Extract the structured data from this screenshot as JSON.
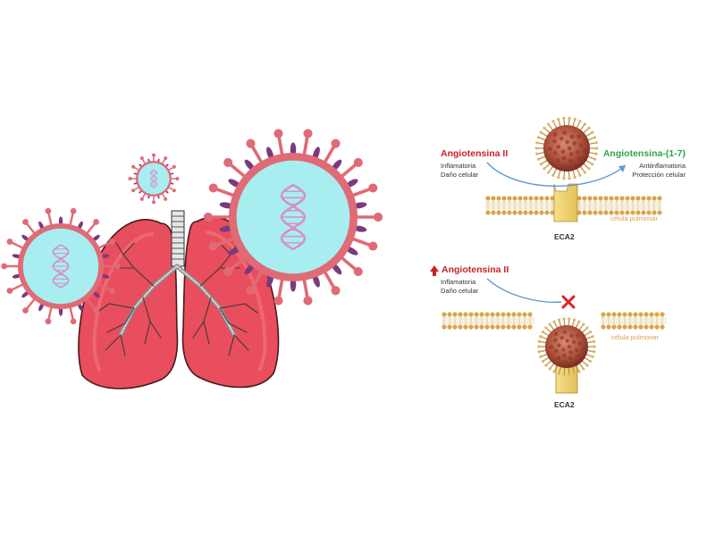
{
  "colors": {
    "lung_fill": "#e84e5d",
    "lung_outline": "#4a1a1a",
    "virus_core": "#a8eef0",
    "virus_ring": "#e06a76",
    "virus_spike": "#7a3a7e",
    "dna": "#d98ec6",
    "receptor": "#f2d77a",
    "membrane_head": "#d9a54a",
    "arrow": "#5b9bd5",
    "cross": "#e02222",
    "red_text": "#c8222a",
    "green_text": "#2fa44c"
  },
  "top_panel": {
    "left_title": "Angiotensina II",
    "left_line1": "Inflamatoria",
    "left_line2": "Daño celular",
    "right_title": "Angiotensina-(1-7)",
    "right_line1": "Antiinflamatoria",
    "right_line2": "Protección celular",
    "membrane_label": "célula pulmonar",
    "receptor_label": "ECA2"
  },
  "bottom_panel": {
    "left_title": "Angiotensina II",
    "left_line1": "Inflamatoria",
    "left_line2": "Daño celular",
    "membrane_label": "célula pulmonar",
    "receptor_label": "ECA2",
    "up_arrow_icon": "up-arrow-icon",
    "cross_icon": "cross-icon"
  }
}
